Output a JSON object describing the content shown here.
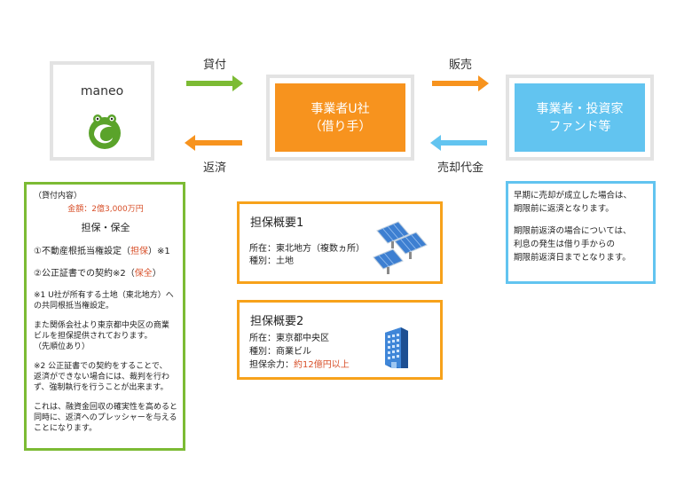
{
  "maneo": {
    "title": "maneo"
  },
  "company_u": {
    "line1": "事業者U社",
    "line2": "（借り手）"
  },
  "investor": {
    "line1": "事業者・投資家",
    "line2": "ファンド等"
  },
  "flows": {
    "lend": "貸付",
    "repay": "返済",
    "sell": "販売",
    "proceeds": "売却代金"
  },
  "colors": {
    "green": "#7cbb34",
    "orange": "#f7931e",
    "blue": "#62c4f0",
    "red": "#d8502a"
  },
  "loan_box": {
    "header": "（貸付内容）",
    "amount": "金額：2億3,000万円",
    "subhead": "担保・保全",
    "item1_a": "①不動産根抵当権設定（",
    "item1_b": "担保",
    "item1_c": "）※1",
    "item2_a": "②公正証書での契約※2（",
    "item2_b": "保全",
    "item2_c": "）",
    "note1_l1": "※1 U社が所有する土地（東北地方）へ",
    "note1_l2": "の共同根抵当権設定。",
    "note2_l1": "また関係会社より東京都中央区の商業",
    "note2_l2": "ビルを担保提供されております。",
    "note2_l3": "（先順位あり）",
    "note3_l1": "※2 公正証書での契約をすることで、",
    "note3_l2": "返済ができない場合には、裁判を行わ",
    "note3_l3": "ず、強制執行を行うことが出来ます。",
    "note4_l1": "これは、融資金回収の確実性を高めると",
    "note4_l2": "同時に、返済へのプレッシャーを与える",
    "note4_l3": "ことになります。"
  },
  "collateral1": {
    "title": "担保概要1",
    "location": "所在：東北地方（複数ヵ所）",
    "type": "種別：土地",
    "icon": "solar-panel-icon"
  },
  "collateral2": {
    "title": "担保概要2",
    "location": "所在：東京都中央区",
    "type": "種別：商業ビル",
    "capacity_label": "担保余力：",
    "capacity_value": "約12億円以上",
    "icon": "office-building-icon"
  },
  "early_box": {
    "l1": "早期に売却が成立した場合は、",
    "l2": "期限前に返済となります。",
    "l3": "期限前返済の場合については、",
    "l4": "利息の発生は借り手からの",
    "l5": "期限前返済日までとなります。"
  }
}
